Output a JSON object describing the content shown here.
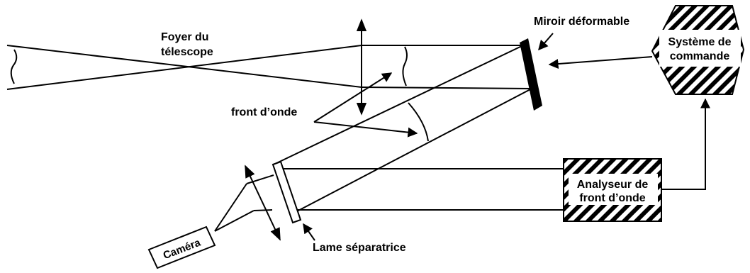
{
  "labels": {
    "telescope_focus_line1": "Foyer du",
    "telescope_focus_line2": "télescope",
    "deformable_mirror": "Miroir déformable",
    "control_system_line1": "Système de",
    "control_system_line2": "commande",
    "wavefront": "front d’onde",
    "wavefront_analyzer_line1": "Analyseur de",
    "wavefront_analyzer_line2": "front d’onde",
    "camera": "Caméra",
    "beam_splitter": "Lame séparatrice"
  },
  "colors": {
    "ink": "#000000",
    "paper": "#ffffff"
  }
}
